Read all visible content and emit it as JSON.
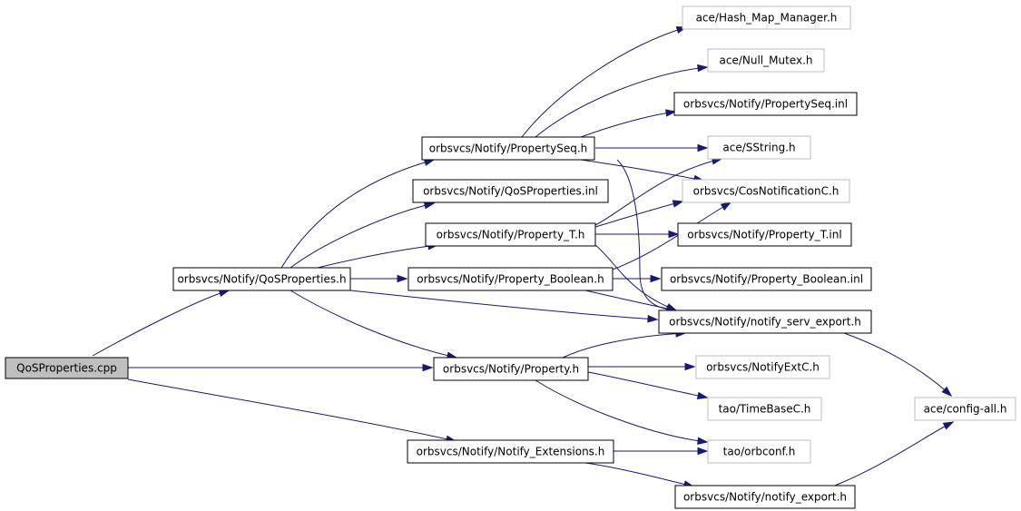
{
  "diagram": {
    "nodes": [
      {
        "id": "root",
        "label": "QoSProperties.cpp",
        "kind": "root"
      },
      {
        "id": "qosprops_h",
        "label": "orbsvcs/Notify/QoSProperties.h",
        "kind": "internal"
      },
      {
        "id": "propseq_h",
        "label": "orbsvcs/Notify/PropertySeq.h",
        "kind": "internal"
      },
      {
        "id": "qosprops_inl",
        "label": "orbsvcs/Notify/QoSProperties.inl",
        "kind": "internal"
      },
      {
        "id": "propT_h",
        "label": "orbsvcs/Notify/Property_T.h",
        "kind": "internal"
      },
      {
        "id": "propbool_h",
        "label": "orbsvcs/Notify/Property_Boolean.h",
        "kind": "internal"
      },
      {
        "id": "prop_h",
        "label": "orbsvcs/Notify/Property.h",
        "kind": "internal"
      },
      {
        "id": "notifyext_h",
        "label": "orbsvcs/Notify/Notify_Extensions.h",
        "kind": "internal"
      },
      {
        "id": "hashmap_h",
        "label": "ace/Hash_Map_Manager.h",
        "kind": "external"
      },
      {
        "id": "nullmutex_h",
        "label": "ace/Null_Mutex.h",
        "kind": "external"
      },
      {
        "id": "propseq_inl",
        "label": "orbsvcs/Notify/PropertySeq.inl",
        "kind": "internal"
      },
      {
        "id": "sstring_h",
        "label": "ace/SString.h",
        "kind": "external"
      },
      {
        "id": "cosnotif_h",
        "label": "orbsvcs/CosNotificationC.h",
        "kind": "external"
      },
      {
        "id": "propT_inl",
        "label": "orbsvcs/Notify/Property_T.inl",
        "kind": "internal"
      },
      {
        "id": "propbool_inl",
        "label": "orbsvcs/Notify/Property_Boolean.inl",
        "kind": "internal"
      },
      {
        "id": "servexport_h",
        "label": "orbsvcs/Notify/notify_serv_export.h",
        "kind": "internal"
      },
      {
        "id": "notifyextc_h",
        "label": "orbsvcs/NotifyExtC.h",
        "kind": "external"
      },
      {
        "id": "timebase_h",
        "label": "tao/TimeBaseC.h",
        "kind": "external"
      },
      {
        "id": "orbconf_h",
        "label": "tao/orbconf.h",
        "kind": "external"
      },
      {
        "id": "notifyexport_h",
        "label": "orbsvcs/Notify/notify_export.h",
        "kind": "internal"
      },
      {
        "id": "configall_h",
        "label": "ace/config-all.h",
        "kind": "external"
      }
    ],
    "edges": [
      {
        "from": "root",
        "to": "qosprops_h"
      },
      {
        "from": "root",
        "to": "prop_h"
      },
      {
        "from": "root",
        "to": "notifyext_h"
      },
      {
        "from": "qosprops_h",
        "to": "propseq_h"
      },
      {
        "from": "qosprops_h",
        "to": "qosprops_inl"
      },
      {
        "from": "qosprops_h",
        "to": "propT_h"
      },
      {
        "from": "qosprops_h",
        "to": "propbool_h"
      },
      {
        "from": "qosprops_h",
        "to": "servexport_h"
      },
      {
        "from": "qosprops_h",
        "to": "prop_h"
      },
      {
        "from": "propseq_h",
        "to": "hashmap_h"
      },
      {
        "from": "propseq_h",
        "to": "nullmutex_h"
      },
      {
        "from": "propseq_h",
        "to": "propseq_inl"
      },
      {
        "from": "propseq_h",
        "to": "sstring_h"
      },
      {
        "from": "propseq_h",
        "to": "cosnotif_h"
      },
      {
        "from": "propseq_h",
        "to": "servexport_h"
      },
      {
        "from": "propT_h",
        "to": "sstring_h"
      },
      {
        "from": "propT_h",
        "to": "cosnotif_h"
      },
      {
        "from": "propT_h",
        "to": "propT_inl"
      },
      {
        "from": "propT_h",
        "to": "servexport_h"
      },
      {
        "from": "propbool_h",
        "to": "cosnotif_h"
      },
      {
        "from": "propbool_h",
        "to": "propbool_inl"
      },
      {
        "from": "propbool_h",
        "to": "servexport_h"
      },
      {
        "from": "prop_h",
        "to": "servexport_h"
      },
      {
        "from": "prop_h",
        "to": "notifyextc_h"
      },
      {
        "from": "prop_h",
        "to": "timebase_h"
      },
      {
        "from": "prop_h",
        "to": "orbconf_h"
      },
      {
        "from": "notifyext_h",
        "to": "orbconf_h"
      },
      {
        "from": "notifyext_h",
        "to": "notifyexport_h"
      },
      {
        "from": "servexport_h",
        "to": "configall_h"
      },
      {
        "from": "notifyexport_h",
        "to": "configall_h"
      }
    ]
  }
}
